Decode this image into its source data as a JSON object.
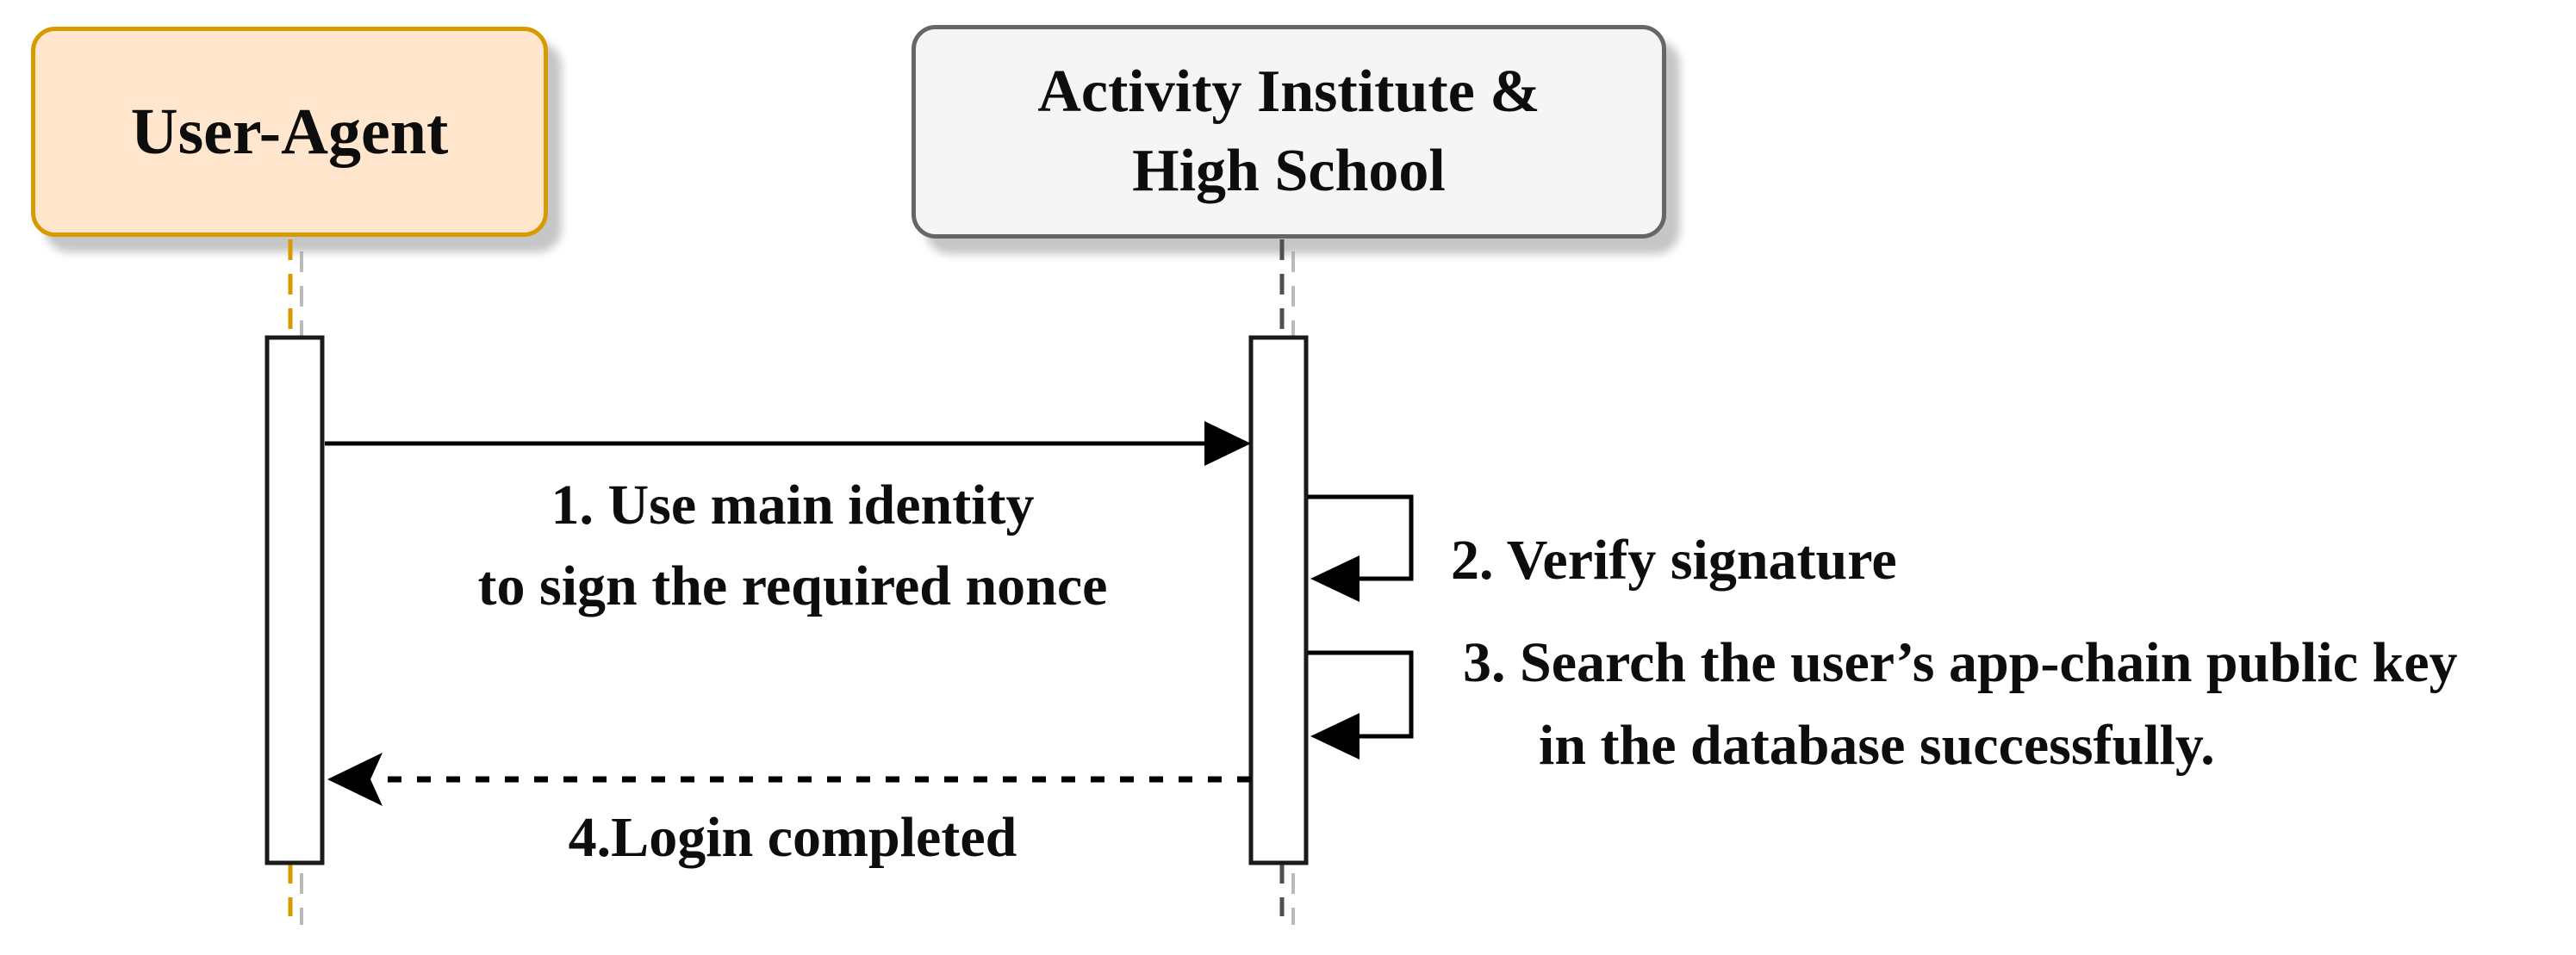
{
  "diagram": {
    "kind": "sequence-diagram",
    "actors": [
      {
        "id": "user-agent",
        "label": "User-Agent",
        "fill": "#FFE6CC",
        "border": "#D79B00",
        "lifeline_color": "#D79B00"
      },
      {
        "id": "institute",
        "label_line1": "Activity Institute &",
        "label_line2": "High School",
        "fill": "#F5F5F5",
        "border": "#666666",
        "lifeline_color": "#4F4F4F"
      }
    ],
    "messages": [
      {
        "label_line1": "1. Use main identity",
        "label_line2": "to sign the required nonce",
        "style": "solid-arrow",
        "from": "user-agent",
        "to": "institute"
      },
      {
        "label": "2. Verify signature",
        "style": "self-loop",
        "on": "institute"
      },
      {
        "label_line1": "3. Search the user’s app-chain public key",
        "label_line2": "in the database successfully.",
        "style": "self-loop",
        "on": "institute"
      },
      {
        "label": "4.Login completed",
        "style": "dashed-arrow",
        "from": "institute",
        "to": "user-agent"
      }
    ],
    "colors": {
      "background": "#FFFFFF",
      "line": "#000000",
      "text": "#0D0D0D",
      "activation_fill": "#FFFFFF",
      "activation_border": "#1A1A1A",
      "shadow": "#C6C6C6"
    }
  }
}
